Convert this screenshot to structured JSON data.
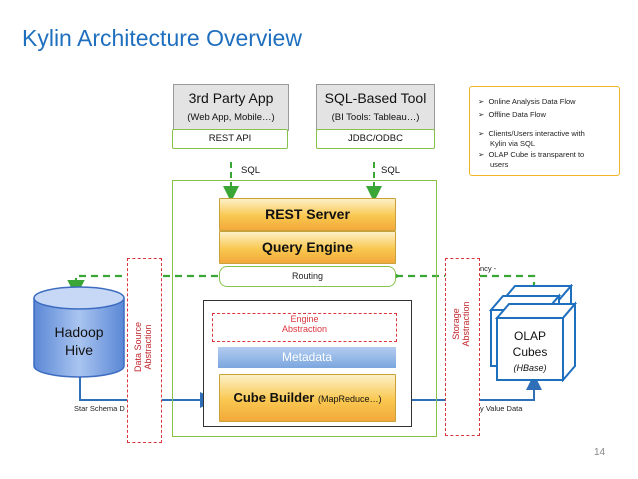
{
  "slide": {
    "title": "Kylin Architecture Overview",
    "page_number": "14"
  },
  "clients": {
    "third_party": {
      "title": "3rd Party App",
      "subtitle": "(Web App, Mobile…)",
      "api": "REST API",
      "protocol": "SQL"
    },
    "sql_tool": {
      "title": "SQL-Based Tool",
      "subtitle": "(BI Tools: Tableau…)",
      "api": "JDBC/ODBC",
      "protocol": "SQL"
    }
  },
  "legend": {
    "online": "Online Analysis Data Flow",
    "offline": "Offline Data Flow",
    "clients_line1": "Clients/Users interactive with",
    "clients_line2": "Kylin via SQL",
    "olap_line1": "OLAP Cube is transparent to",
    "olap_line2": "users",
    "bullet": "➢"
  },
  "server": {
    "rest_server": "REST Server",
    "query_engine": "Query Engine",
    "routing": "Routing",
    "engine_line1": "Engine",
    "engine_line2": "Abstraction",
    "metadata": "Metadata",
    "cube_builder": "Cube Builder",
    "cube_builder_sub": "(MapReduce…)"
  },
  "sources": {
    "hadoop_line1": "Hadoop",
    "hadoop_line2": "Hive",
    "ds_line1": "Data Source",
    "ds_line2": "Abstraction",
    "storage_line1": "Storage",
    "storage_line2": "Abstraction",
    "olap_line1": "OLAP",
    "olap_line2": "Cubes",
    "olap_line3": "(HBase)",
    "star_schema": "Star Schema D",
    "kv_data": "y Value Data",
    "latency": "ncy -"
  },
  "colors": {
    "title": "#1f6fbf",
    "online_flow": "#3aa635",
    "offline_flow": "#2f6fb7",
    "abstraction": "#d9363e",
    "legend_border": "#f0b429",
    "hive": "#6f9be0",
    "olap": "#1f6fbf"
  }
}
